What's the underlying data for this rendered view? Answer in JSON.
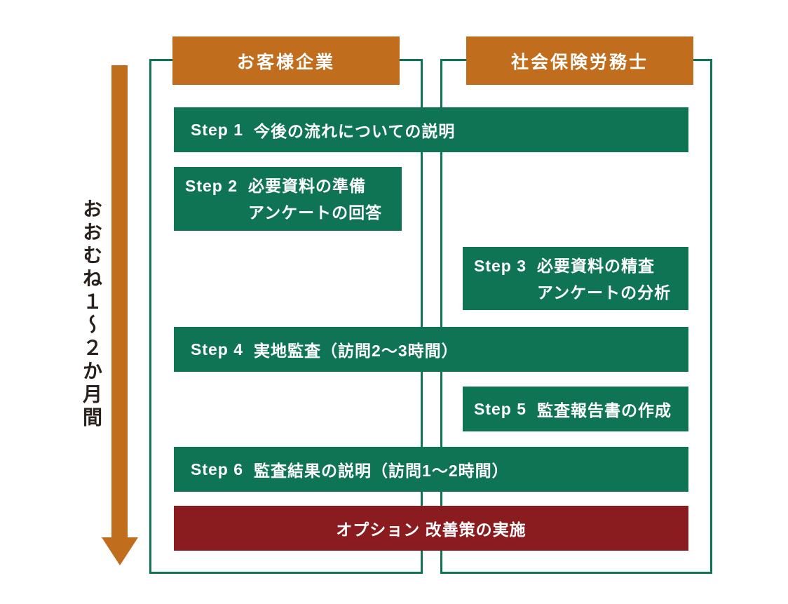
{
  "diagram": {
    "timeline_label": "おおむね１～２か月間",
    "columns": [
      {
        "header": "お客様企業"
      },
      {
        "header": "社会保険労務士"
      }
    ],
    "steps": [
      {
        "label": "Step 1",
        "lane": "both",
        "lines": [
          "今後の流れについての説明"
        ]
      },
      {
        "label": "Step 2",
        "lane": "customer",
        "lines": [
          "必要資料の準備",
          "アンケートの回答"
        ]
      },
      {
        "label": "Step 3",
        "lane": "consultant",
        "lines": [
          "必要資料の精査",
          "アンケートの分析"
        ]
      },
      {
        "label": "Step 4",
        "lane": "both",
        "lines": [
          "実地監査（訪問2～3時間）"
        ]
      },
      {
        "label": "Step 5",
        "lane": "consultant",
        "lines": [
          "監査報告書の作成"
        ]
      },
      {
        "label": "Step 6",
        "lane": "both",
        "lines": [
          "監査結果の説明（訪問1～2時間）"
        ]
      }
    ],
    "option_label": "オプション 改善策の実施",
    "colors": {
      "green": "#0e7453",
      "orange": "#c06d1e",
      "dark_red": "#8a1c20",
      "text_dark": "#2a211d",
      "white": "#ffffff"
    }
  }
}
